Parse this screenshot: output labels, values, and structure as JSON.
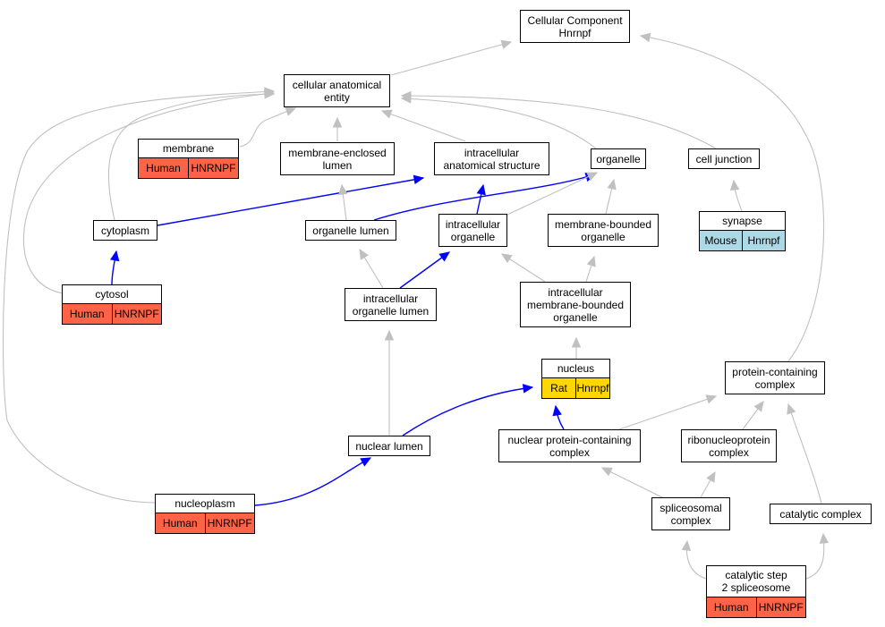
{
  "colors": {
    "gray_edge": "#c0c0c0",
    "blue_edge": "#0000ff",
    "human": "#ff6347",
    "mouse": "#add8e6",
    "rat": "#ffd700",
    "node_border": "#000000",
    "node_fill": "#ffffff"
  },
  "nodes": {
    "cellular_component": {
      "label": "Cellular Component\nHnrnpf"
    },
    "cellular_anatomical_entity": {
      "label": "cellular anatomical\nentity"
    },
    "membrane": {
      "label": "membrane",
      "organism": "Human",
      "gene": "HNRNPF"
    },
    "membrane_enclosed_lumen": {
      "label": "membrane-enclosed\nlumen"
    },
    "intracellular_anatomical_structure": {
      "label": "intracellular\nanatomical structure"
    },
    "organelle": {
      "label": "organelle"
    },
    "cell_junction": {
      "label": "cell junction"
    },
    "synapse": {
      "label": "synapse",
      "organism": "Mouse",
      "gene": "Hnrnpf"
    },
    "cytoplasm": {
      "label": "cytoplasm"
    },
    "organelle_lumen": {
      "label": "organelle lumen"
    },
    "intracellular_organelle": {
      "label": "intracellular\norganelle"
    },
    "membrane_bounded_organelle": {
      "label": "membrane-bounded\norganelle"
    },
    "cytosol": {
      "label": "cytosol",
      "organism": "Human",
      "gene": "HNRNPF"
    },
    "intracellular_organelle_lumen": {
      "label": "intracellular\norganelle lumen"
    },
    "intracellular_membrane_bounded_organelle": {
      "label": "intracellular\nmembrane-bounded\norganelle"
    },
    "nucleus": {
      "label": "nucleus",
      "organism": "Rat",
      "gene": "Hnrnpf"
    },
    "protein_containing_complex": {
      "label": "protein-containing\ncomplex"
    },
    "nuclear_lumen": {
      "label": "nuclear lumen"
    },
    "nuclear_protein_containing_complex": {
      "label": "nuclear protein-containing\ncomplex"
    },
    "ribonucleoprotein_complex": {
      "label": "ribonucleoprotein\ncomplex"
    },
    "nucleoplasm": {
      "label": "nucleoplasm",
      "organism": "Human",
      "gene": "HNRNPF"
    },
    "spliceosomal_complex": {
      "label": "spliceosomal\ncomplex"
    },
    "catalytic_complex": {
      "label": "catalytic complex"
    },
    "catalytic_step_2_spliceosome": {
      "label": "catalytic step\n2 spliceosome",
      "organism": "Human",
      "gene": "HNRNPF"
    }
  },
  "edges": [
    {
      "from": "cellular_anatomical_entity",
      "to": "cellular_component",
      "color": "gray"
    },
    {
      "from": "protein_containing_complex",
      "to": "cellular_component",
      "color": "gray"
    },
    {
      "from": "membrane",
      "to": "cellular_anatomical_entity",
      "color": "gray"
    },
    {
      "from": "membrane_enclosed_lumen",
      "to": "cellular_anatomical_entity",
      "color": "gray"
    },
    {
      "from": "intracellular_anatomical_structure",
      "to": "cellular_anatomical_entity",
      "color": "gray"
    },
    {
      "from": "organelle",
      "to": "cellular_anatomical_entity",
      "color": "gray"
    },
    {
      "from": "cell_junction",
      "to": "cellular_anatomical_entity",
      "color": "gray"
    },
    {
      "from": "cytoplasm",
      "to": "cellular_anatomical_entity",
      "color": "gray"
    },
    {
      "from": "cytosol",
      "to": "cellular_anatomical_entity",
      "color": "gray"
    },
    {
      "from": "nucleoplasm",
      "to": "cellular_anatomical_entity",
      "color": "gray"
    },
    {
      "from": "synapse",
      "to": "cell_junction",
      "color": "gray"
    },
    {
      "from": "cytoplasm",
      "to": "intracellular_anatomical_structure",
      "color": "blue"
    },
    {
      "from": "intracellular_organelle",
      "to": "intracellular_anatomical_structure",
      "color": "blue"
    },
    {
      "from": "organelle_lumen",
      "to": "organelle",
      "color": "blue"
    },
    {
      "from": "organelle_lumen",
      "to": "membrane_enclosed_lumen",
      "color": "gray"
    },
    {
      "from": "intracellular_organelle",
      "to": "organelle",
      "color": "gray"
    },
    {
      "from": "membrane_bounded_organelle",
      "to": "organelle",
      "color": "gray"
    },
    {
      "from": "cytosol",
      "to": "cytoplasm",
      "color": "blue"
    },
    {
      "from": "intracellular_organelle_lumen",
      "to": "organelle_lumen",
      "color": "gray"
    },
    {
      "from": "intracellular_organelle_lumen",
      "to": "intracellular_organelle",
      "color": "blue"
    },
    {
      "from": "intracellular_membrane_bounded_organelle",
      "to": "intracellular_organelle",
      "color": "gray"
    },
    {
      "from": "intracellular_membrane_bounded_organelle",
      "to": "membrane_bounded_organelle",
      "color": "gray"
    },
    {
      "from": "nucleus",
      "to": "intracellular_membrane_bounded_organelle",
      "color": "gray"
    },
    {
      "from": "nuclear_lumen",
      "to": "intracellular_organelle_lumen",
      "color": "gray"
    },
    {
      "from": "nuclear_lumen",
      "to": "nucleus",
      "color": "blue"
    },
    {
      "from": "nuclear_protein_containing_complex",
      "to": "nucleus",
      "color": "blue"
    },
    {
      "from": "nuclear_protein_containing_complex",
      "to": "protein_containing_complex",
      "color": "gray"
    },
    {
      "from": "ribonucleoprotein_complex",
      "to": "protein_containing_complex",
      "color": "gray"
    },
    {
      "from": "catalytic_complex",
      "to": "protein_containing_complex",
      "color": "gray"
    },
    {
      "from": "nucleoplasm",
      "to": "nuclear_lumen",
      "color": "blue"
    },
    {
      "from": "spliceosomal_complex",
      "to": "nuclear_protein_containing_complex",
      "color": "gray"
    },
    {
      "from": "spliceosomal_complex",
      "to": "ribonucleoprotein_complex",
      "color": "gray"
    },
    {
      "from": "catalytic_step_2_spliceosome",
      "to": "spliceosomal_complex",
      "color": "gray"
    },
    {
      "from": "catalytic_step_2_spliceosome",
      "to": "catalytic_complex",
      "color": "gray"
    }
  ]
}
